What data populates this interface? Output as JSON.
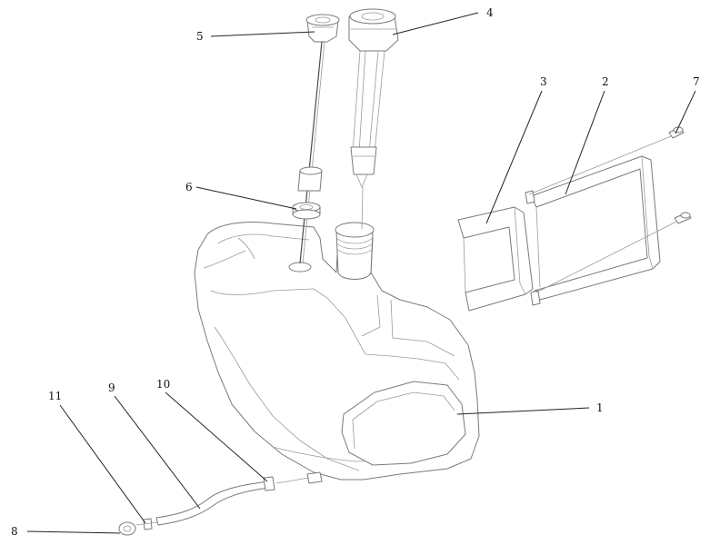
{
  "callouts": [
    {
      "number": "1"
    },
    {
      "number": "2"
    },
    {
      "number": "3"
    },
    {
      "number": "4"
    },
    {
      "number": "5"
    },
    {
      "number": "6"
    },
    {
      "number": "7"
    },
    {
      "number": "8"
    },
    {
      "number": "9"
    },
    {
      "number": "10"
    },
    {
      "number": "11"
    }
  ],
  "colors": {
    "line": "#7a7a7a",
    "leader": "#222222",
    "background": "#ffffff"
  }
}
